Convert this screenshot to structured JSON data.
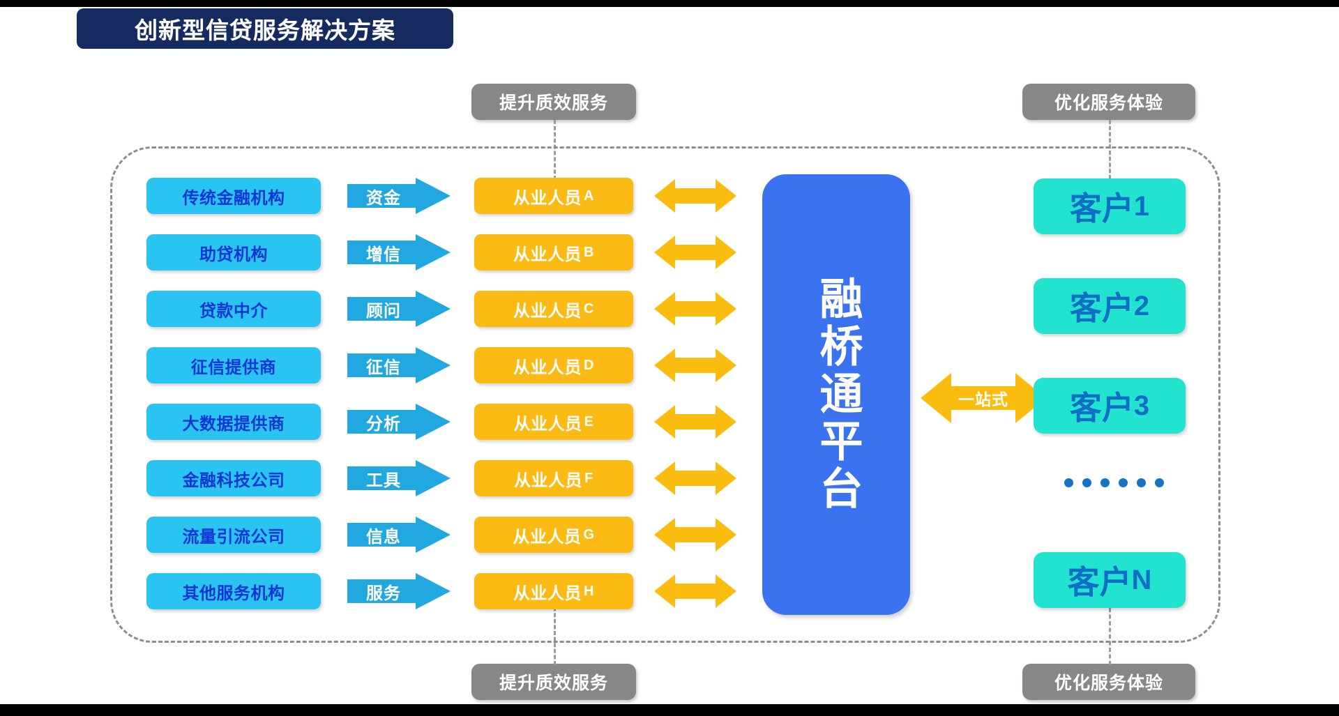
{
  "title": {
    "text": "创新型信贷服务解决方案"
  },
  "annotations": {
    "top_middle": "提升质效服务",
    "top_right": "优化服务体验",
    "bottom_middle": "提升质效服务",
    "bottom_right": "优化服务体验"
  },
  "providers": [
    {
      "label": "传统金融机构"
    },
    {
      "label": "助贷机构"
    },
    {
      "label": "贷款中介"
    },
    {
      "label": "征信提供商"
    },
    {
      "label": "大数据提供商"
    },
    {
      "label": "金融科技公司"
    },
    {
      "label": "流量引流公司"
    },
    {
      "label": "其他服务机构"
    }
  ],
  "flows": [
    {
      "label": "资金"
    },
    {
      "label": "增信"
    },
    {
      "label": "顾问"
    },
    {
      "label": "征信"
    },
    {
      "label": "分析"
    },
    {
      "label": "工具"
    },
    {
      "label": "信息"
    },
    {
      "label": "服务"
    }
  ],
  "staff": [
    {
      "name": "从业人员",
      "suffix": "A"
    },
    {
      "name": "从业人员",
      "suffix": "B"
    },
    {
      "name": "从业人员",
      "suffix": "C"
    },
    {
      "name": "从业人员",
      "suffix": "D"
    },
    {
      "name": "从业人员",
      "suffix": "E"
    },
    {
      "name": "从业人员",
      "suffix": "F"
    },
    {
      "name": "从业人员",
      "suffix": "G"
    },
    {
      "name": "从业人员",
      "suffix": "H"
    }
  ],
  "platform": {
    "name": "融桥通平台"
  },
  "one_stop": {
    "label": "一站式"
  },
  "customers": [
    {
      "name": "客户",
      "num": "1"
    },
    {
      "name": "客户",
      "num": "2"
    },
    {
      "name": "客户",
      "num": "3"
    },
    {
      "name": "客户",
      "num": "N"
    }
  ],
  "ellipsis_dot_count": 6,
  "colors": {
    "title_bg": "#152a5e",
    "provider_bg": "#2ac4f3",
    "provider_text": "#1136d6",
    "flow_arrow": "#22a8e0",
    "staff_bg": "#fcba14",
    "double_arrow": "#fbbc10",
    "platform_bg": "#3b72f0",
    "customer_bg": "#22e3cf",
    "customer_text": "#106fc4",
    "pill_bg": "#878787",
    "dash_border": "#8d8d8d"
  }
}
